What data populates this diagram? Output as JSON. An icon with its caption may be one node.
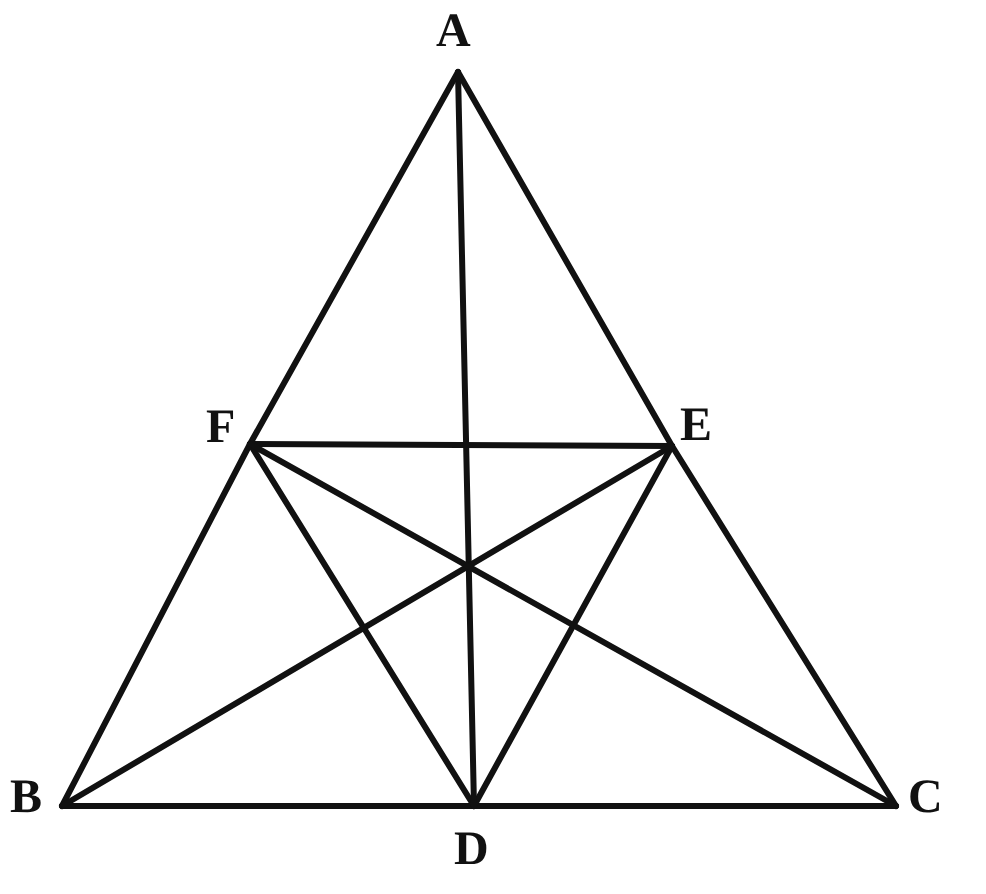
{
  "diagram": {
    "nodes": [
      {
        "text": [
          "A"
        ]
      },
      {
        "text": [
          "F"
        ]
      },
      {
        "text": [
          "E"
        ]
      },
      {
        "text": [
          "B"
        ]
      },
      {
        "text": [
          "D"
        ]
      },
      {
        "text": [
          "C"
        ]
      }
    ],
    "edges": [
      {
        "from": 0,
        "to": 1,
        "arrow": "none"
      },
      {
        "from": 1,
        "to": 3,
        "arrow": "none"
      },
      {
        "from": 0,
        "to": 2,
        "arrow": "none"
      },
      {
        "from": 2,
        "to": 5,
        "arrow": "none"
      },
      {
        "from": 3,
        "to": 4,
        "arrow": "none"
      },
      {
        "from": 4,
        "to": 5,
        "arrow": "none"
      },
      {
        "from": 1,
        "to": 2,
        "arrow": "none"
      },
      {
        "from": 1,
        "to": 4,
        "arrow": "none"
      },
      {
        "from": 2,
        "to": 4,
        "arrow": "none"
      },
      {
        "from": 0,
        "to": 4,
        "arrow": "none"
      },
      {
        "from": 3,
        "to": 2,
        "arrow": "none"
      },
      {
        "from": 5,
        "to": 1,
        "arrow": "none"
      }
    ]
  }
}
